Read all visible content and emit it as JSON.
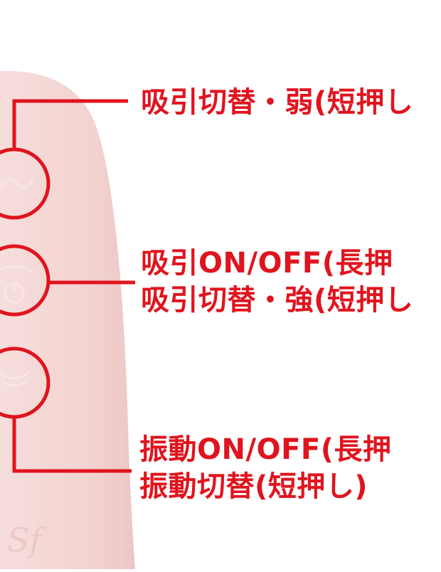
{
  "colors": {
    "accent": "#e0141e",
    "device_body": "#f2d3d1",
    "background": "#ffffff"
  },
  "buttons": [
    {
      "name": "suction-weak-button",
      "icon": "wave-icon"
    },
    {
      "name": "suction-power-button",
      "icon": "power-icon"
    },
    {
      "name": "vibration-button",
      "icon": "smile-curve-icon"
    }
  ],
  "labels": {
    "top": {
      "line1": "吸引切替・弱(短押し"
    },
    "middle": {
      "line1": "吸引ON/OFF(長押",
      "line2": "吸引切替・強(短押し"
    },
    "bottom": {
      "line1": "振動ON/OFF(長押",
      "line2": "振動切替(短押し)"
    }
  }
}
